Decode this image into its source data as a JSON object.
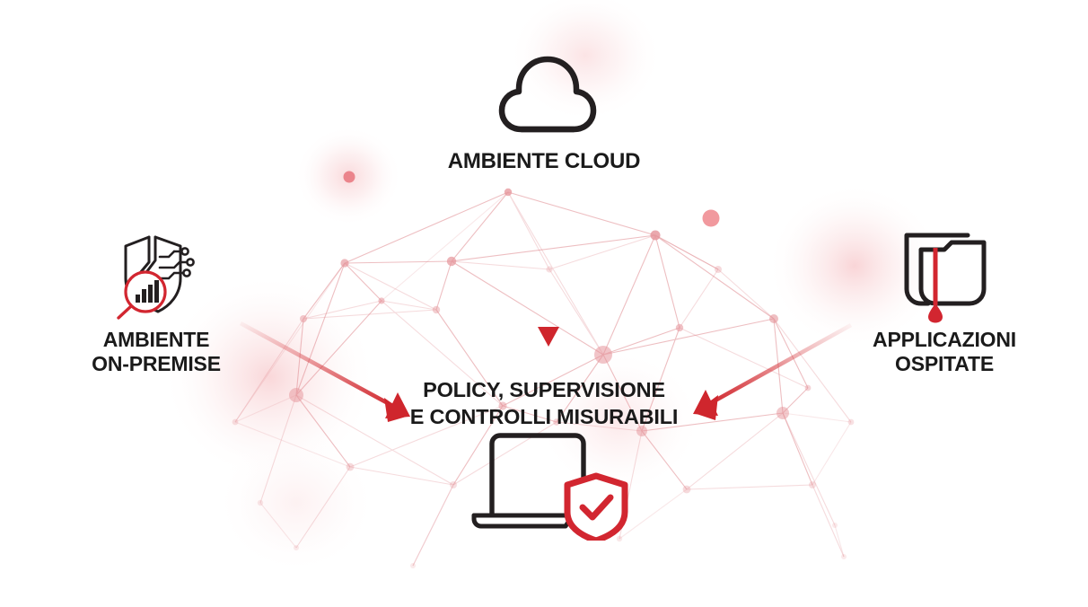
{
  "diagram": {
    "title_center": {
      "line1": "POLICY, SUPERVISIONE",
      "line2": "E CONTROLLI MISURABILI"
    },
    "nodes": [
      {
        "id": "cloud",
        "label_line1": "AMBIENTE CLOUD",
        "label_line2": "",
        "icon": "cloud-icon"
      },
      {
        "id": "on-premise",
        "label_line1": "AMBIENTE",
        "label_line2": "ON-PREMISE",
        "icon": "cracked-shield-magnifier-icon"
      },
      {
        "id": "hosted-apps",
        "label_line1": "APPLICAZIONI",
        "label_line2": "OSPITATE",
        "icon": "leaking-folders-icon"
      },
      {
        "id": "endpoint",
        "label_line1": "",
        "label_line2": "",
        "icon": "laptop-shield-check-icon"
      }
    ],
    "arrows": [
      {
        "id": "arrow-cloud-to-center",
        "from": "cloud",
        "to": "center",
        "direction": "down"
      },
      {
        "id": "arrow-onprem-to-center",
        "from": "on-premise",
        "to": "center",
        "direction": "down-right"
      },
      {
        "id": "arrow-hosted-to-center",
        "from": "hosted-apps",
        "to": "center",
        "direction": "down-left"
      }
    ],
    "colors": {
      "background": "#ffffff",
      "text": "#1a1a1a",
      "accent_red": "#d22630",
      "arrow_red": "#d32f35",
      "network_pink": "#e8a0a4",
      "glow_pink": "#f6c9cb",
      "icon_dark": "#231f20"
    },
    "background_elements": {
      "network_graph": "faint pink node-and-edge mesh arch",
      "glow_blobs": 5,
      "accent_dots": 2
    }
  }
}
